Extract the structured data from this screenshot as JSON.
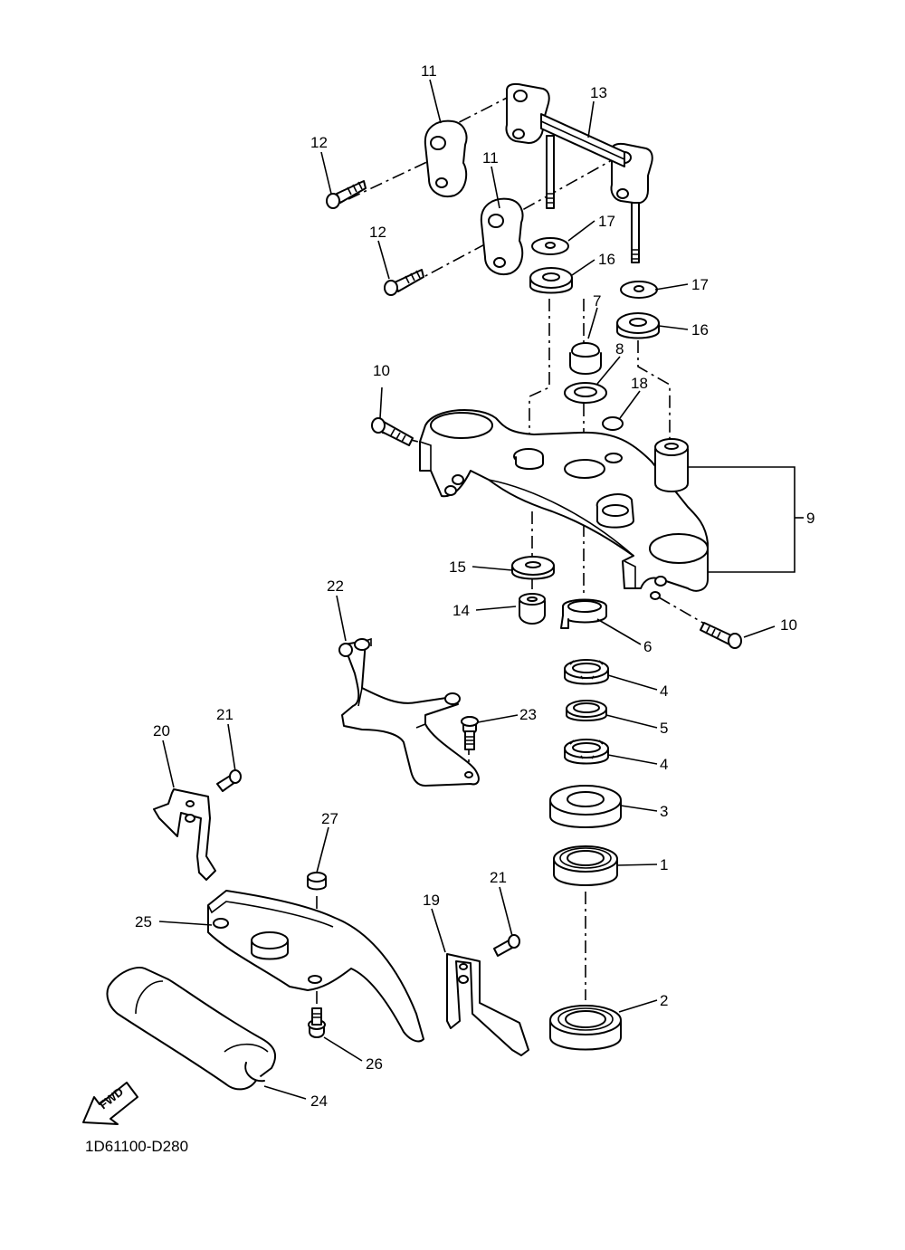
{
  "diagram_code": "1D61100-D280",
  "direction_arrow": {
    "text": "FWD",
    "icon": "fwd-arrow-icon"
  },
  "callouts": [
    {
      "num": "11"
    },
    {
      "num": "13"
    },
    {
      "num": "12"
    },
    {
      "num": "11"
    },
    {
      "num": "17"
    },
    {
      "num": "12"
    },
    {
      "num": "16"
    },
    {
      "num": "17"
    },
    {
      "num": "7"
    },
    {
      "num": "16"
    },
    {
      "num": "8"
    },
    {
      "num": "18"
    },
    {
      "num": "10"
    },
    {
      "num": "9"
    },
    {
      "num": "15"
    },
    {
      "num": "22"
    },
    {
      "num": "14"
    },
    {
      "num": "10"
    },
    {
      "num": "6"
    },
    {
      "num": "4"
    },
    {
      "num": "23"
    },
    {
      "num": "21"
    },
    {
      "num": "5"
    },
    {
      "num": "20"
    },
    {
      "num": "4"
    },
    {
      "num": "3"
    },
    {
      "num": "27"
    },
    {
      "num": "1"
    },
    {
      "num": "21"
    },
    {
      "num": "19"
    },
    {
      "num": "25"
    },
    {
      "num": "2"
    },
    {
      "num": "26"
    },
    {
      "num": "24"
    }
  ]
}
